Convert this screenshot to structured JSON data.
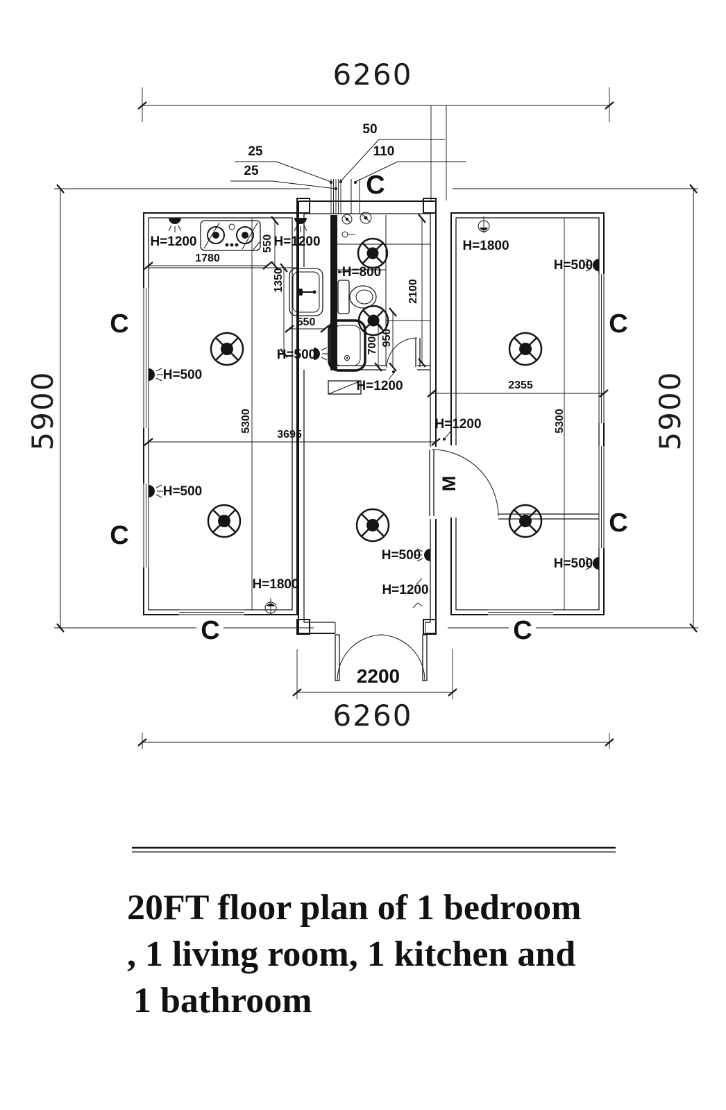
{
  "drawing": {
    "kind": "floor-plan",
    "line_color": "#151515",
    "background": "#ffffff"
  },
  "dimensions": {
    "overall_width": "6260",
    "overall_depth": "5900",
    "entry_width": "2200",
    "counter_width": "1780",
    "counter_depth": "550",
    "sink_width": "550",
    "sink_offset": "1350",
    "bath_length": "2100",
    "bath_width_a": "700",
    "bath_width_b": "950",
    "bedroom_width": "2355",
    "room_depth": "5300",
    "living_length": "3695"
  },
  "wall_layers": {
    "panel_a": "25",
    "panel_b": "25",
    "stud": "50",
    "frame": "110"
  },
  "markers": {
    "section": "C",
    "door": "M"
  },
  "heights": {
    "h500": "H=500",
    "h800": "H=800",
    "h1200": "H=1200",
    "h1800": "H=1800"
  },
  "title": {
    "line1": "20FT floor plan of 1 bedroom",
    "line2": ", 1 living room, 1 kitchen and",
    "line3": " 1 bathroom"
  }
}
